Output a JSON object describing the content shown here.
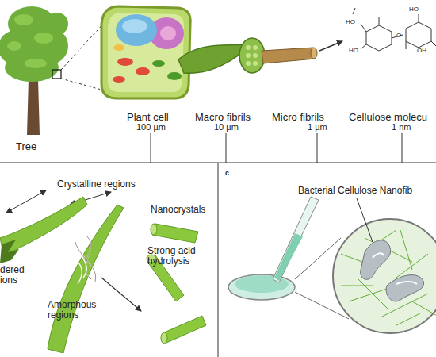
{
  "diagram": {
    "labels": [
      "Tree",
      "Plant cell",
      "Macro fibrils",
      "Micro fibrils",
      "Cellulose molecu",
      "100 µm",
      "10 µm",
      "1 µm",
      "1 nm",
      "Crystalline regions",
      "dered ions",
      "Amorphous regions",
      "Strong acid hydrolysis",
      "Nanocrystals",
      "c",
      "Bacterial Cellulose Nanofib",
      "HO",
      "HO",
      "O",
      "HO",
      "OH"
    ]
  }
}
